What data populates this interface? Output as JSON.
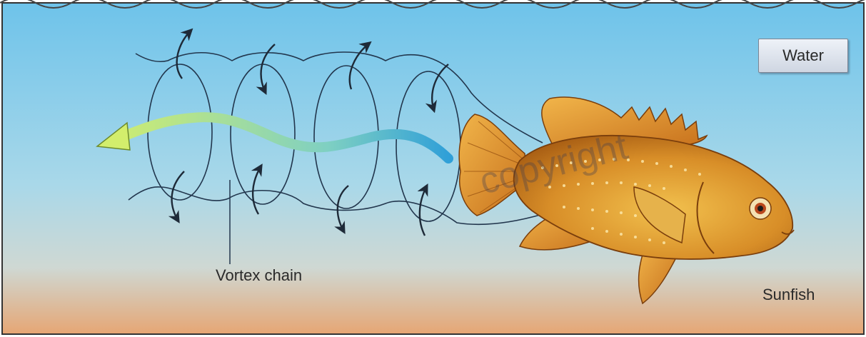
{
  "labels": {
    "water": "Water",
    "vortex_chain": "Vortex chain",
    "subject": "Sunfish"
  },
  "watermark": "copyright",
  "colors": {
    "water_top": "#6fc4ea",
    "water_mid": "#a6d6e7",
    "water_bottom": "#e2a878",
    "fish_body": "#d9912b",
    "fish_fin": "#e79a36",
    "vortex_lines": "#23384f",
    "flow_arrow_start": "#2f9fd8",
    "flow_arrow_end": "#c8ea70"
  },
  "icons": [
    "wave-surface",
    "vortex-loop",
    "curved-arrow",
    "flow-arrow",
    "fish"
  ]
}
